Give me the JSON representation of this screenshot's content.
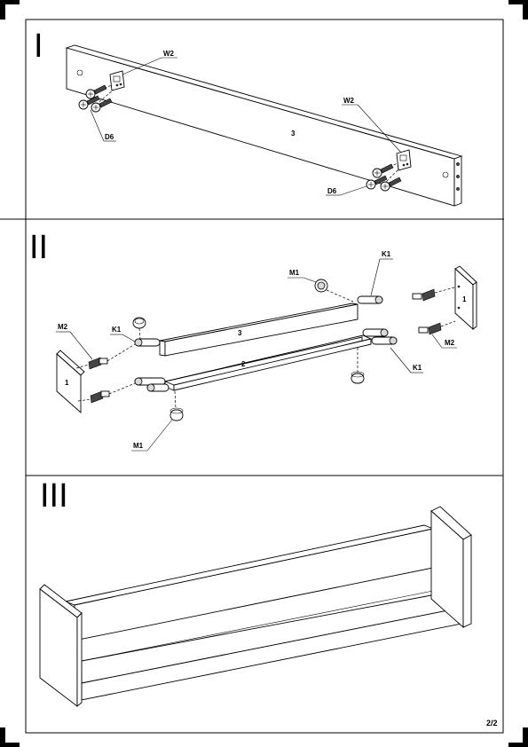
{
  "steps": {
    "one": {
      "numeral": "I",
      "labels": {
        "w2_left": "W2",
        "w2_right": "W2",
        "d6_left": "D6",
        "d6_right": "D6",
        "panel": "3"
      }
    },
    "two": {
      "numeral": "II",
      "labels": {
        "m1_top": "M1",
        "k1_top": "K1",
        "k1_left": "K1",
        "m2_left": "M2",
        "m2_right": "M2",
        "k1_right": "K1",
        "m1_bottom": "M1",
        "panel_left": "1",
        "panel_right": "1",
        "board_back": "3",
        "board_bottom": "2"
      }
    },
    "three": {
      "numeral": "III"
    }
  },
  "page_number": "2/2"
}
